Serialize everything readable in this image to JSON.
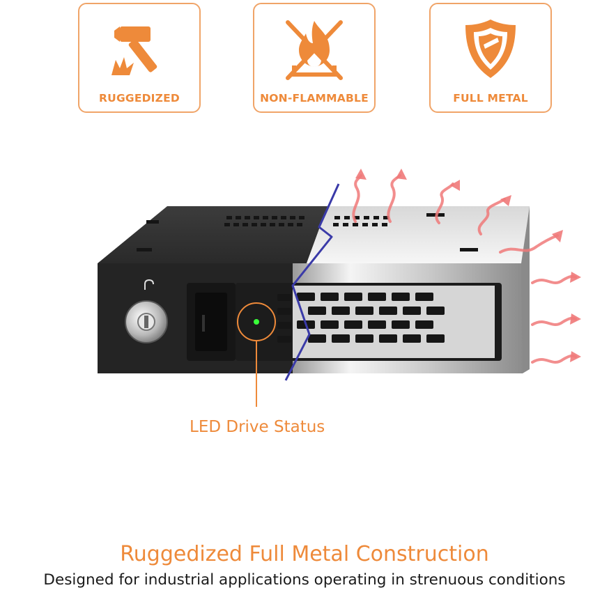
{
  "badges": [
    {
      "label": "RUGGEDIZED",
      "icon": "hammer-icon"
    },
    {
      "label": "NON-FLAMMABLE",
      "icon": "no-fire-icon"
    },
    {
      "label": "FULL METAL",
      "icon": "shield-icon"
    }
  ],
  "callout": {
    "label": "LED Drive Status"
  },
  "footer": {
    "headline": "Ruggedized Full Metal Construction",
    "subline": "Designed for industrial applications operating in strenuous conditions"
  },
  "colors": {
    "accent": "#ee8a3a",
    "badge_border": "#f0a468",
    "heat_arrow": "#f07a7a",
    "divider": "#3a3aa8",
    "led": "#39ff39"
  }
}
